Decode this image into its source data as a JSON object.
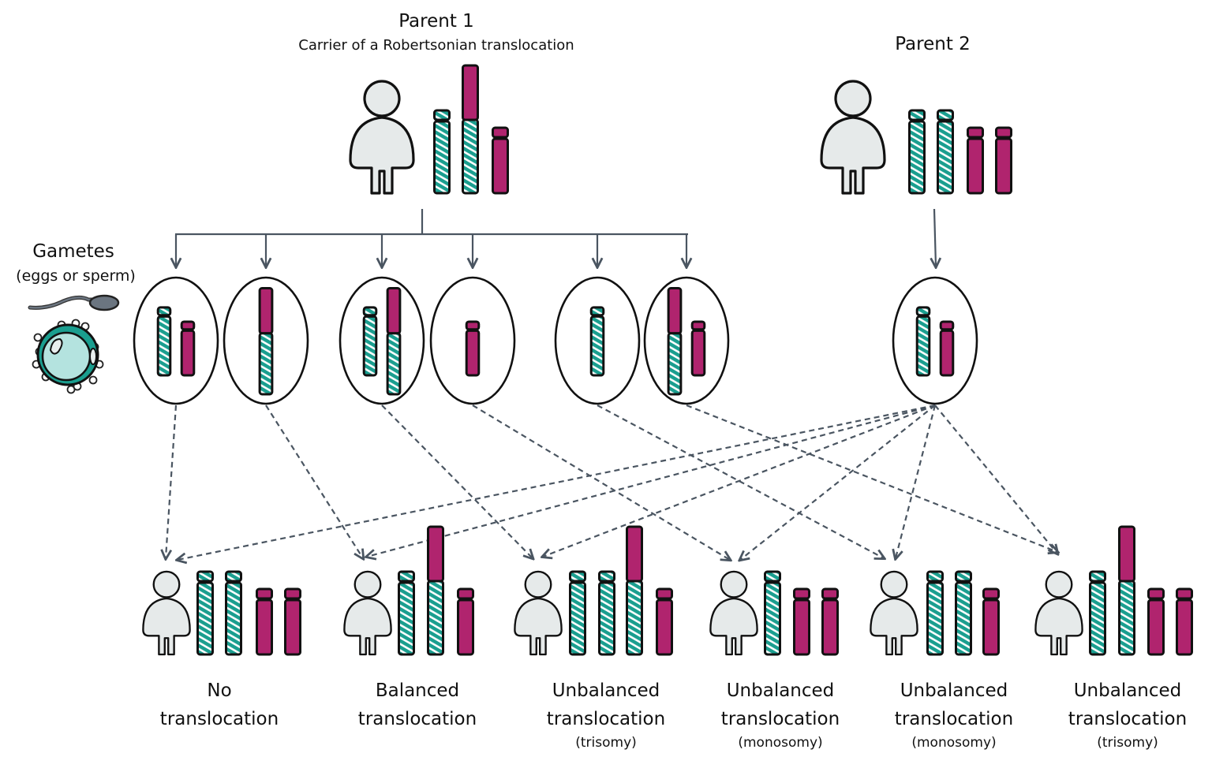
{
  "colors": {
    "teal": "#1a9e8f",
    "magenta": "#b0246e",
    "person": "#e6eaea",
    "arrow": "#4a5561",
    "outline": "#111111"
  },
  "parent1": {
    "title": "Parent 1",
    "subtitle": "Carrier of a Robertsonian translocation",
    "chromosomes": [
      "teal",
      "fused",
      "magenta"
    ]
  },
  "parent2": {
    "title": "Parent 2",
    "chromosomes": [
      "teal",
      "teal",
      "magenta",
      "magenta"
    ]
  },
  "gametes": {
    "title": "Gametes",
    "subtitle": "(eggs or sperm)",
    "icons": [
      "sperm-icon",
      "egg-icon"
    ],
    "parent1": [
      [
        "teal",
        "magenta"
      ],
      [
        "fused"
      ],
      [
        "teal",
        "fused"
      ],
      [
        "magenta"
      ],
      [
        "teal"
      ],
      [
        "fused",
        "magenta"
      ]
    ],
    "parent2": [
      [
        "teal",
        "magenta"
      ]
    ]
  },
  "offspring": [
    {
      "line1": "No",
      "line2": "translocation",
      "note": "",
      "chromosomes": [
        "teal",
        "teal",
        "magenta",
        "magenta"
      ]
    },
    {
      "line1": "Balanced",
      "line2": "translocation",
      "note": "",
      "chromosomes": [
        "teal",
        "fused",
        "magenta"
      ]
    },
    {
      "line1": "Unbalanced",
      "line2": "translocation",
      "note": "(trisomy)",
      "chromosomes": [
        "teal",
        "teal",
        "fused",
        "magenta"
      ]
    },
    {
      "line1": "Unbalanced",
      "line2": "translocation",
      "note": "(monosomy)",
      "chromosomes": [
        "teal",
        "magenta",
        "magenta"
      ]
    },
    {
      "line1": "Unbalanced",
      "line2": "translocation",
      "note": "(monosomy)",
      "chromosomes": [
        "teal",
        "teal",
        "magenta"
      ]
    },
    {
      "line1": "Unbalanced",
      "line2": "translocation",
      "note": "(trisomy)",
      "chromosomes": [
        "teal",
        "fused",
        "magenta",
        "magenta"
      ]
    }
  ]
}
